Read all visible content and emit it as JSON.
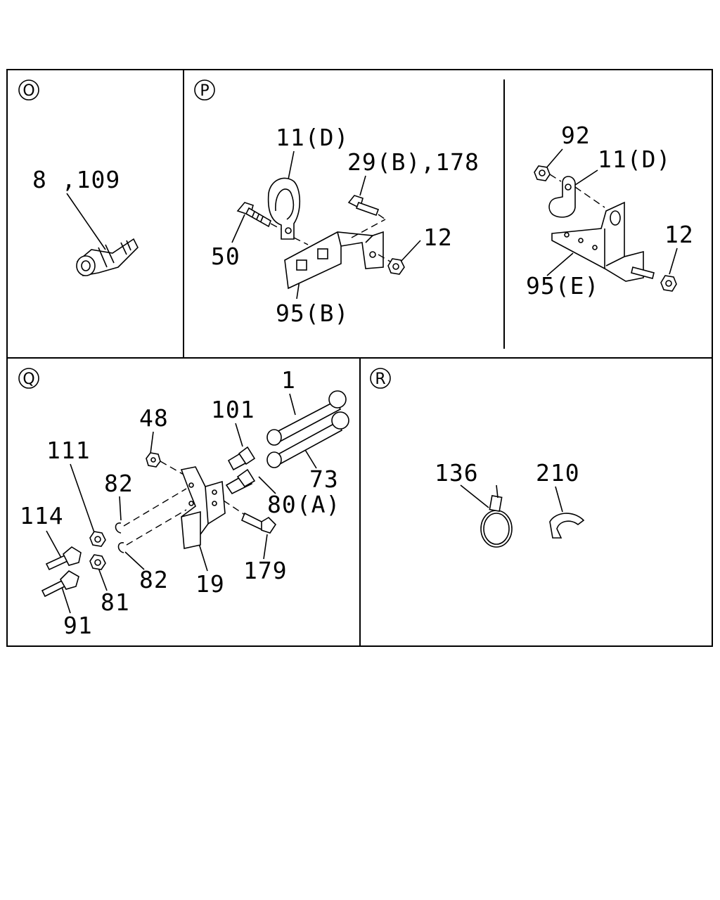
{
  "sections": {
    "o": {
      "id": "O",
      "labels": {
        "p8_109": "8 ,109"
      }
    },
    "p": {
      "id": "P",
      "labels": {
        "p11d_left": "11(D)",
        "p29b_178": "29(B),178",
        "p50": "50",
        "p12_left": "12",
        "p95b": "95(B)",
        "p92": "92",
        "p11d_right": "11(D)",
        "p12_right": "12",
        "p95e": "95(E)"
      }
    },
    "q": {
      "id": "Q",
      "labels": {
        "p1": "1",
        "p101": "101",
        "p48": "48",
        "p111": "111",
        "p82_top": "82",
        "p73": "73",
        "p80a": "80(A)",
        "p114": "114",
        "p179": "179",
        "p82_bottom": "82",
        "p19": "19",
        "p81": "81",
        "p91": "91"
      }
    },
    "r": {
      "id": "R",
      "labels": {
        "p136": "136",
        "p210": "210"
      }
    }
  },
  "colors": {
    "ink": "#000000",
    "paper": "#ffffff"
  }
}
